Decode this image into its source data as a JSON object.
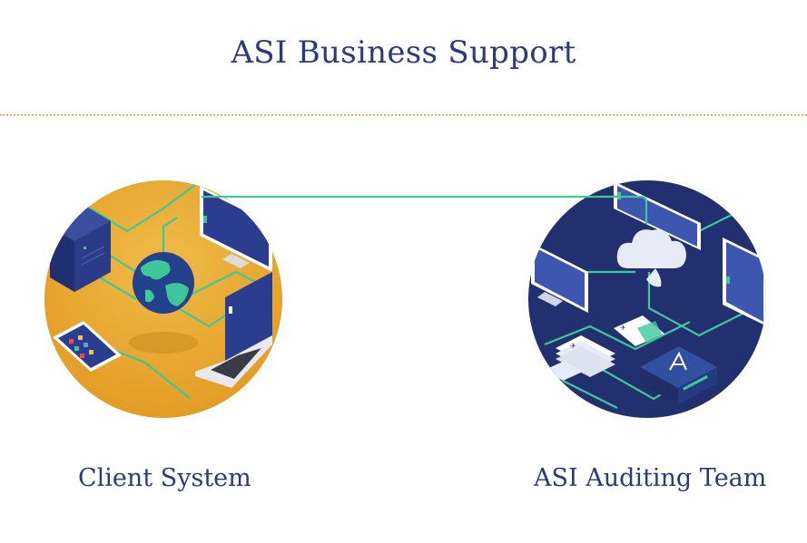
{
  "title": "ASI Business Support",
  "nodes": [
    {
      "label": "Client System"
    },
    {
      "label": "ASI Auditing Team"
    }
  ],
  "colors": {
    "title": "#2b3a7a",
    "divider": "#e0b25a",
    "connector": "#3ec89a",
    "client_bg": "#e6a72e",
    "auditing_bg": "#223070"
  },
  "icons": [
    "globe-icon",
    "server-icon",
    "monitor-icon",
    "tablet-icon",
    "laptop-icon",
    "cloud-icon",
    "document-icon",
    "certificate-icon",
    "logo-box-icon"
  ]
}
